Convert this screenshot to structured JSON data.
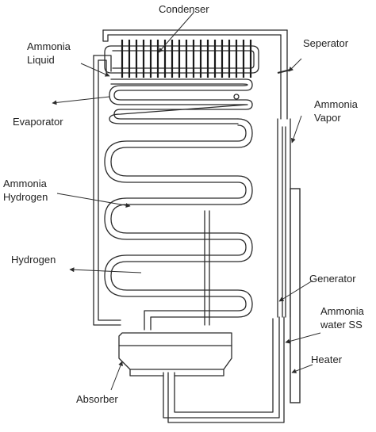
{
  "labels": {
    "condenser": "Condenser",
    "ammonia_liquid_1": "Ammonia",
    "ammonia_liquid_2": "Liquid",
    "separator": "Seperator",
    "ammonia_vapor_1": "Ammonia",
    "ammonia_vapor_2": "Vapor",
    "evaporator": "Evaporator",
    "ammonia_hydrogen_1": "Ammonia",
    "ammonia_hydrogen_2": "Hydrogen",
    "hydrogen": "Hydrogen",
    "generator": "Generator",
    "ammonia_water_1": "Ammonia",
    "ammonia_water_2": "water SS",
    "heater": "Heater",
    "absorber": "Absorber"
  },
  "colors": {
    "line": "#2b2b2b",
    "text": "#222222",
    "background": "#ffffff"
  }
}
